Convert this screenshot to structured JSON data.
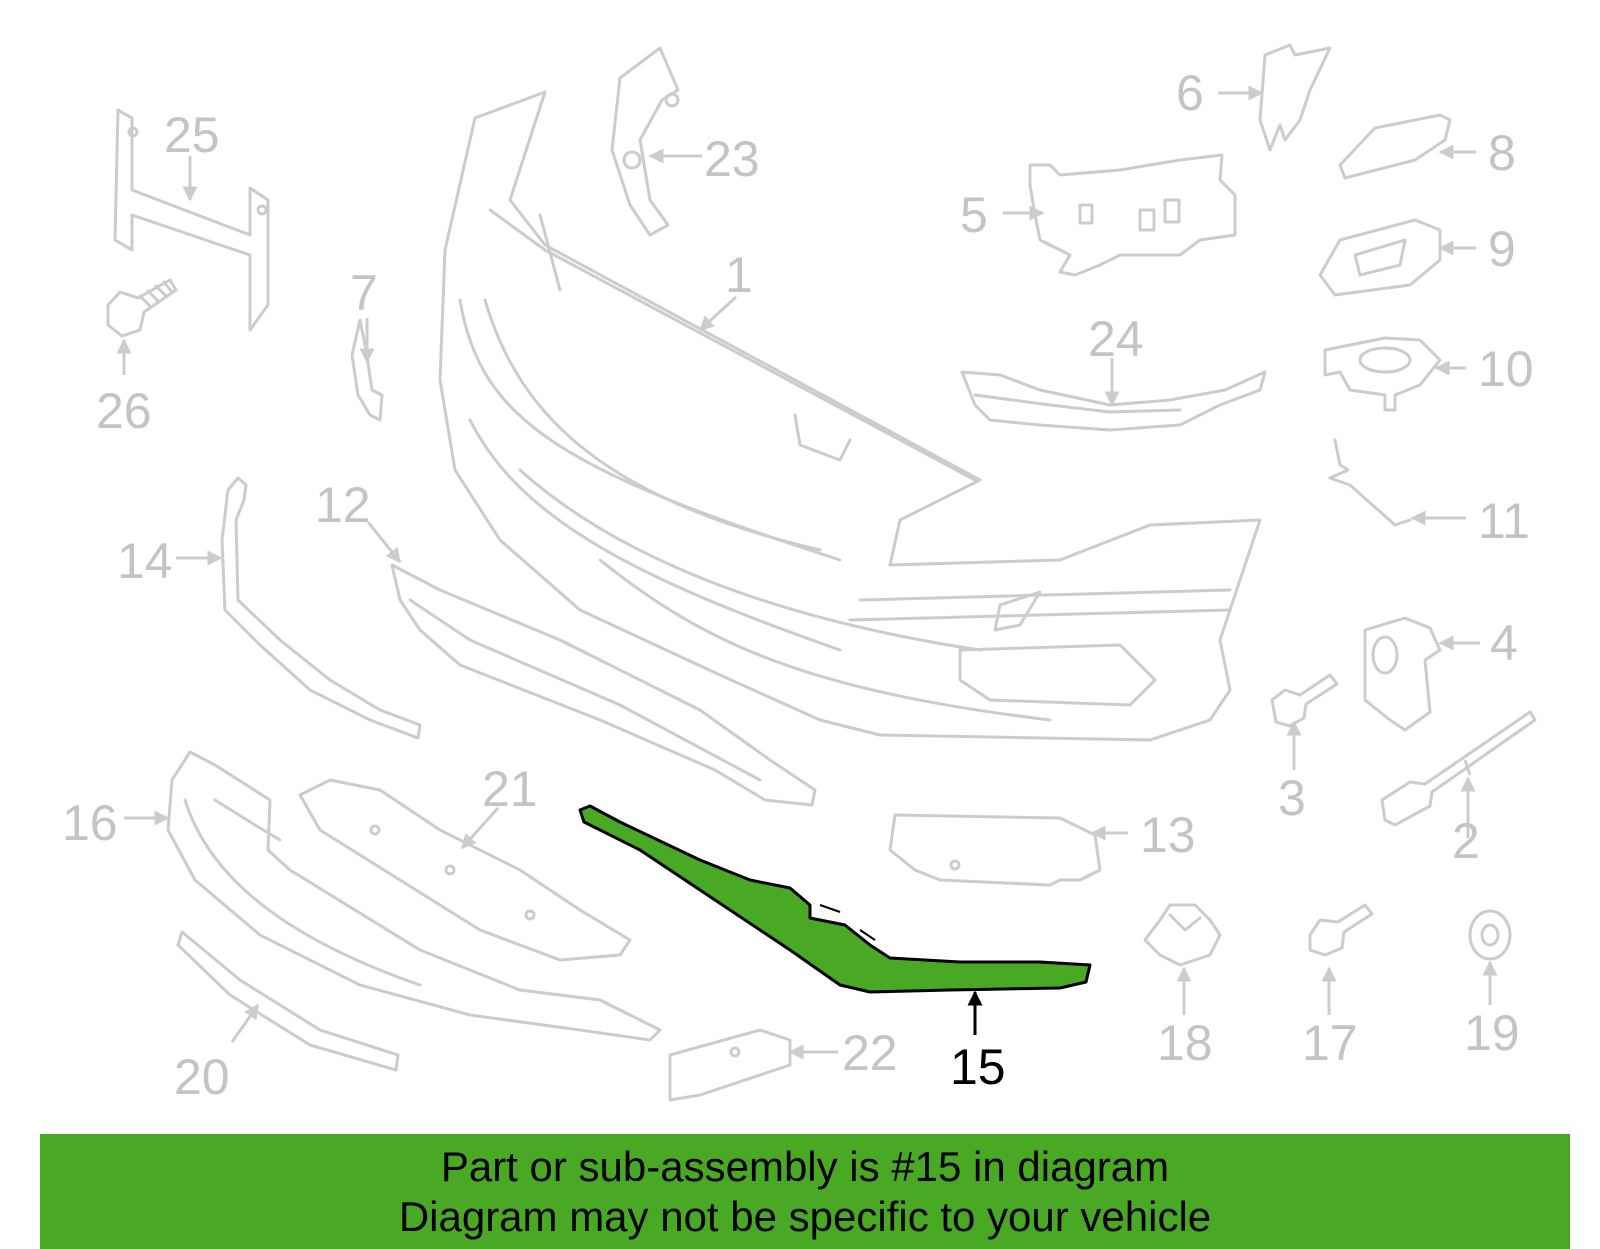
{
  "diagram": {
    "highlighted_part": "15",
    "highlight_color": "#4aa924",
    "part_color": "#cccccc",
    "callouts": [
      "1",
      "2",
      "3",
      "4",
      "5",
      "6",
      "7",
      "8",
      "9",
      "10",
      "11",
      "12",
      "13",
      "14",
      "15",
      "16",
      "17",
      "18",
      "19",
      "20",
      "21",
      "22",
      "23",
      "24",
      "25",
      "26"
    ]
  },
  "banner": {
    "background": "#4aa924",
    "line1": "Part or sub-assembly is #15 in diagram",
    "line2": "Diagram may not be specific to your vehicle"
  }
}
